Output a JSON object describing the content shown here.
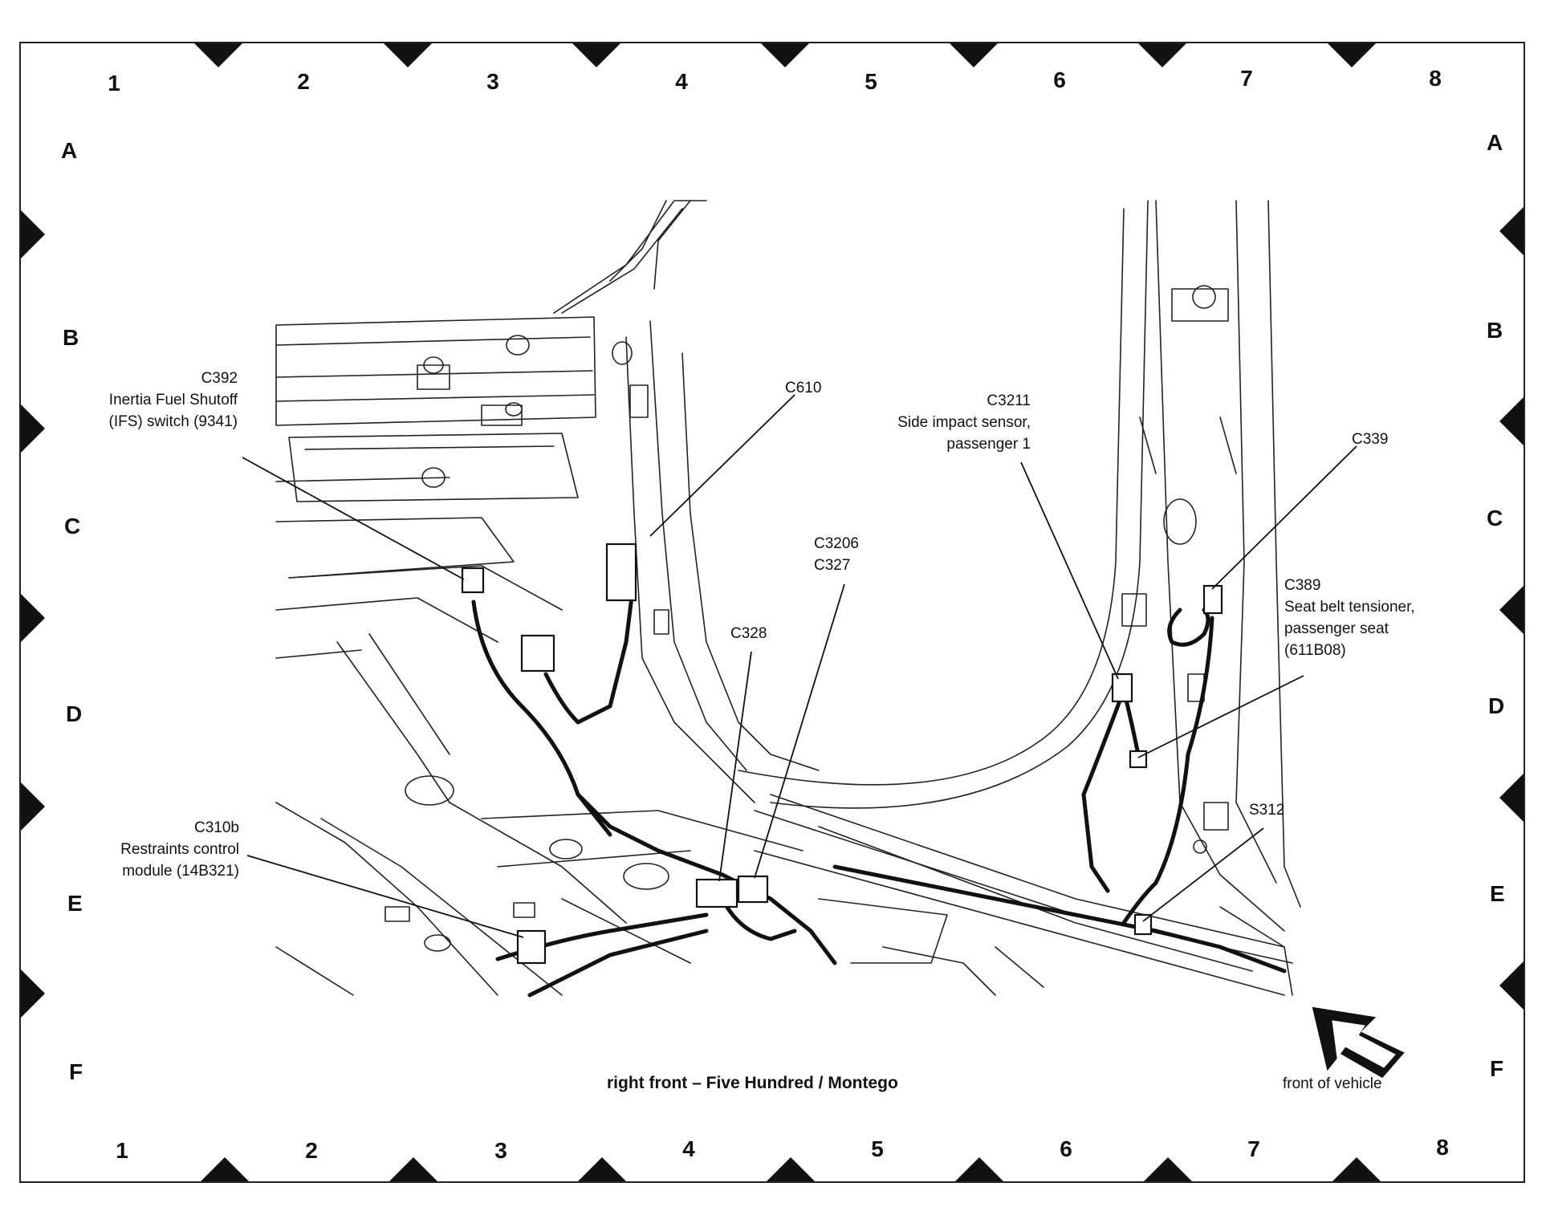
{
  "grid": {
    "columns": [
      "1",
      "2",
      "3",
      "4",
      "5",
      "6",
      "7",
      "8"
    ],
    "rows": [
      "A",
      "B",
      "C",
      "D",
      "E",
      "F"
    ]
  },
  "callouts": {
    "c392": [
      "C392",
      "Inertia Fuel Shutoff",
      "(IFS) switch (9341)"
    ],
    "c610": [
      "C610"
    ],
    "c3211": [
      "C3211",
      "Side impact sensor,",
      "passenger 1"
    ],
    "c339": [
      "C339"
    ],
    "c3206": [
      "C3206",
      "C327"
    ],
    "c328": [
      "C328"
    ],
    "c389": [
      "C389",
      "Seat belt tensioner,",
      "passenger seat",
      "(611B08)"
    ],
    "s312": [
      "S312"
    ],
    "c310b": [
      "C310b",
      "Restraints control",
      "module (14B321)"
    ]
  },
  "caption": "right front – Five Hundred / Montego",
  "front_label": "front of vehicle",
  "icons": {
    "direction": "front-arrow-icon"
  }
}
